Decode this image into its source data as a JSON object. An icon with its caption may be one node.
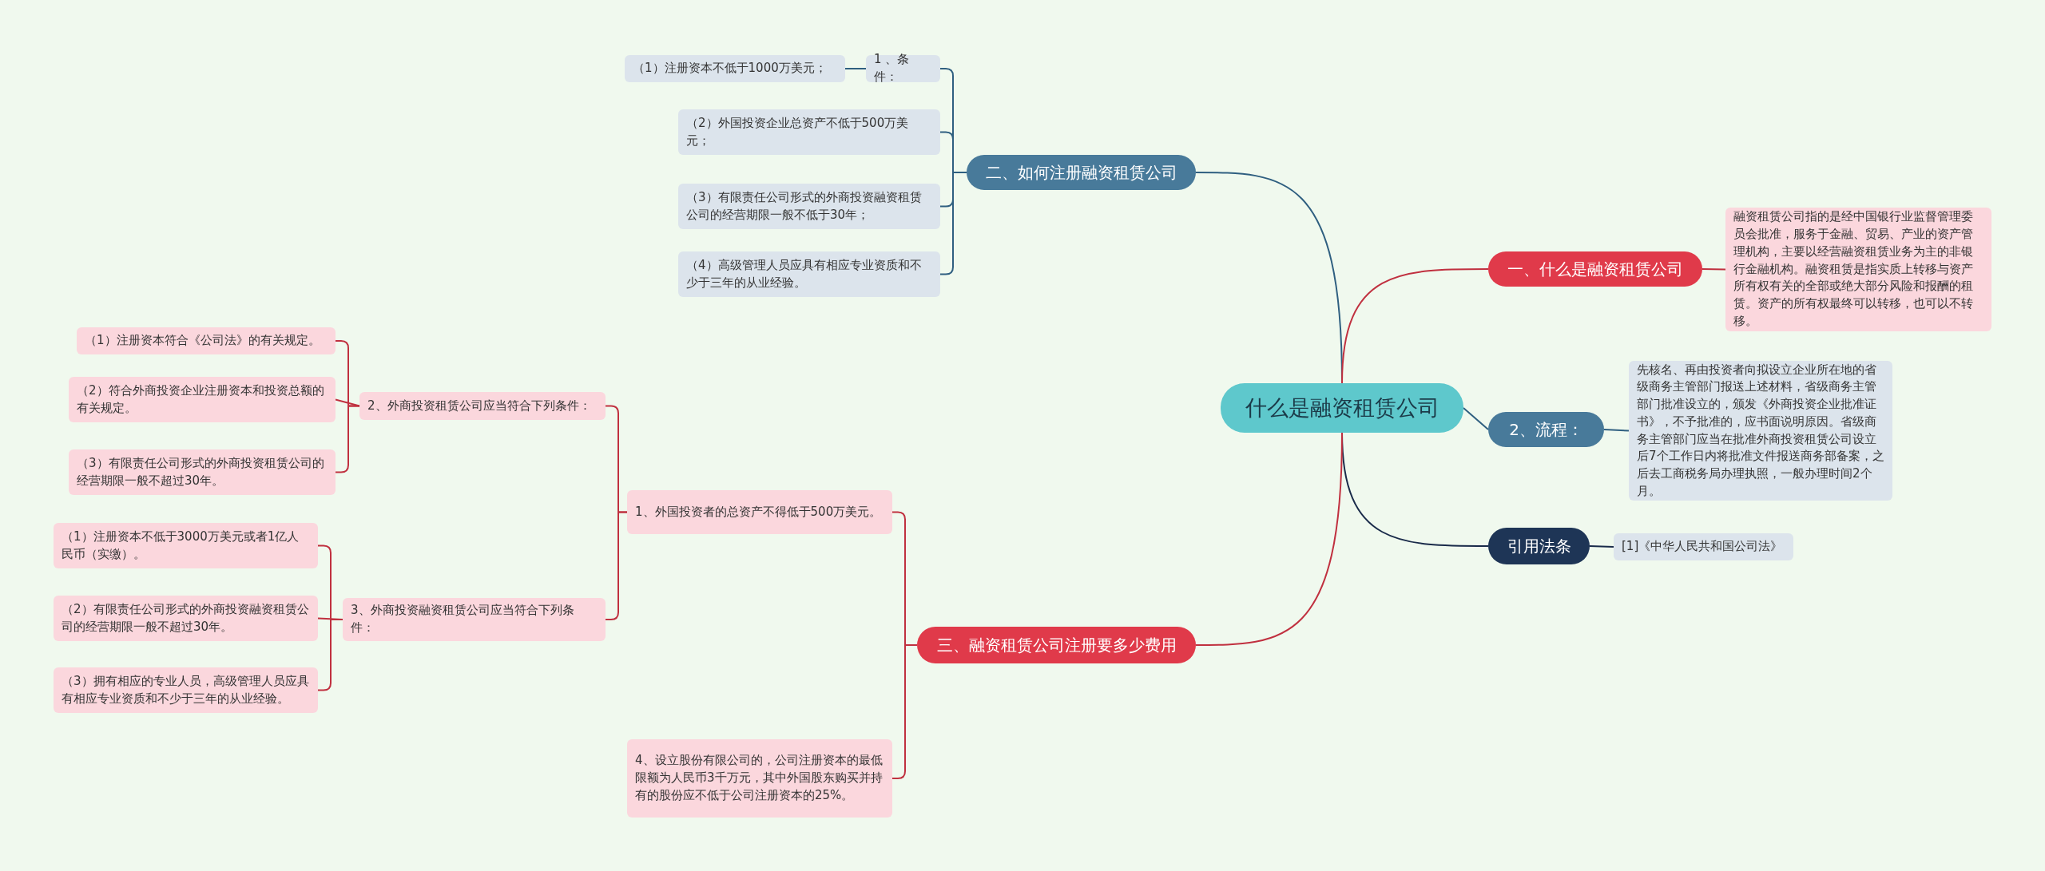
{
  "diagram": {
    "nodes": [
      {
        "text": [
          "什么是融资租赁公司"
        ]
      },
      {
        "text": [
          "二、如何注册融资租赁公司"
        ]
      },
      {
        "text": [
          "1 、条件："
        ]
      },
      {
        "text": [
          "（1）注册资本不低于1000万美元；"
        ]
      },
      {
        "text": [
          "（2）外国投资企业总资产不低于500万美元；"
        ]
      },
      {
        "text": [
          "（3）有限责任公司形式的外商投资融资租赁公司的经营期限一般不低于30年；"
        ]
      },
      {
        "text": [
          "（4）高级管理人员应具有相应专业资质和不少于三年的从业经验。"
        ]
      },
      {
        "text": [
          "一、什么是融资租赁公司"
        ]
      },
      {
        "text": [
          "融资租赁公司指的是经中国银行业监督管理委员会批准，服务于金融、贸易、产业的资产管理机构，主要以经营融资租赁业务为主的非银行金融机构。融资租赁是指实质上转移与资产所有权有关的全部或绝大部分风险和报酬的租赁。资产的所有权最终可以转移，也可以不转移。"
        ]
      },
      {
        "text": [
          "2、流程："
        ]
      },
      {
        "text": [
          "先核名、再由投资者向拟设立企业所在地的省级商务主管部门报送上述材料，省级商务主管部门批准设立的，颁发《外商投资企业批准证书》，不予批准的，应书面说明原因。省级商务主管部门应当在批准外商投资租赁公司设立后7个工作日内将批准文件报送商务部备案，之后去工商税务局办理执照，一般办理时间2个月。"
        ]
      },
      {
        "text": [
          "引用法条"
        ]
      },
      {
        "text": [
          "[1]《中华人民共和国公司法》"
        ]
      },
      {
        "text": [
          "三、融资租赁公司注册要多少费用"
        ]
      },
      {
        "text": [
          "1、外国投资者的总资产不得低于500万美元。"
        ]
      },
      {
        "text": [
          "2、外商投资租赁公司应当符合下列条件："
        ]
      },
      {
        "text": [
          "（1）注册资本符合《公司法》的有关规定。"
        ]
      },
      {
        "text": [
          "（2）符合外商投资企业注册资本和投资总额的有关规定。"
        ]
      },
      {
        "text": [
          "（3）有限责任公司形式的外商投资租赁公司的经营期限一般不超过30年。"
        ]
      },
      {
        "text": [
          "3、外商投资融资租赁公司应当符合下列条件："
        ]
      },
      {
        "text": [
          "（1）注册资本不低于3000万美元或者1亿人民币（实缴）。"
        ]
      },
      {
        "text": [
          "（2）有限责任公司形式的外商投资融资租赁公司的经营期限一般不超过30年。"
        ]
      },
      {
        "text": [
          "（3）拥有相应的专业人员，高级管理人员应具有相应专业资质和不少于三年的从业经验。"
        ]
      },
      {
        "text": [
          "4、设立股份有限公司的，公司注册资本的最低限额为人民币3千万元，其中外国股东购买并持有的股份应不低于公司注册资本的25%。"
        ]
      }
    ],
    "edges": [
      {
        "from": 0,
        "to": 1,
        "arrow": "none",
        "color": "#2f5f80"
      },
      {
        "from": 1,
        "to": 2,
        "arrow": "none",
        "color": "#2f5f80"
      },
      {
        "from": 2,
        "to": 3,
        "arrow": "none",
        "color": "#2f5f80"
      },
      {
        "from": 1,
        "to": 4,
        "arrow": "none",
        "color": "#2f5f80"
      },
      {
        "from": 1,
        "to": 5,
        "arrow": "none",
        "color": "#2f5f80"
      },
      {
        "from": 1,
        "to": 6,
        "arrow": "none",
        "color": "#2f5f80"
      },
      {
        "from": 0,
        "to": 7,
        "arrow": "none"
      },
      {
        "from": 7,
        "to": 8,
        "arrow": "none"
      },
      {
        "from": 0,
        "to": 9,
        "arrow": "none",
        "color": "#2f5f80"
      },
      {
        "from": 9,
        "to": 10,
        "arrow": "none",
        "color": "#2f5f80"
      },
      {
        "from": 0,
        "to": 11,
        "arrow": "none",
        "color": "#1a2b4a"
      },
      {
        "from": 11,
        "to": 12,
        "arrow": "none",
        "color": "#1a2b4a"
      },
      {
        "from": 0,
        "to": 13,
        "arrow": "none"
      },
      {
        "from": 13,
        "to": 14,
        "arrow": "none"
      },
      {
        "from": 14,
        "to": 15,
        "arrow": "none"
      },
      {
        "from": 15,
        "to": 16,
        "arrow": "none"
      },
      {
        "from": 15,
        "to": 17,
        "arrow": "none"
      },
      {
        "from": 15,
        "to": 18,
        "arrow": "none"
      },
      {
        "from": 14,
        "to": 19,
        "arrow": "none"
      },
      {
        "from": 19,
        "to": 20,
        "arrow": "none"
      },
      {
        "from": 19,
        "to": 21,
        "arrow": "none"
      },
      {
        "from": 19,
        "to": 22,
        "arrow": "none"
      },
      {
        "from": 13,
        "to": 23,
        "arrow": "none"
      }
    ]
  }
}
